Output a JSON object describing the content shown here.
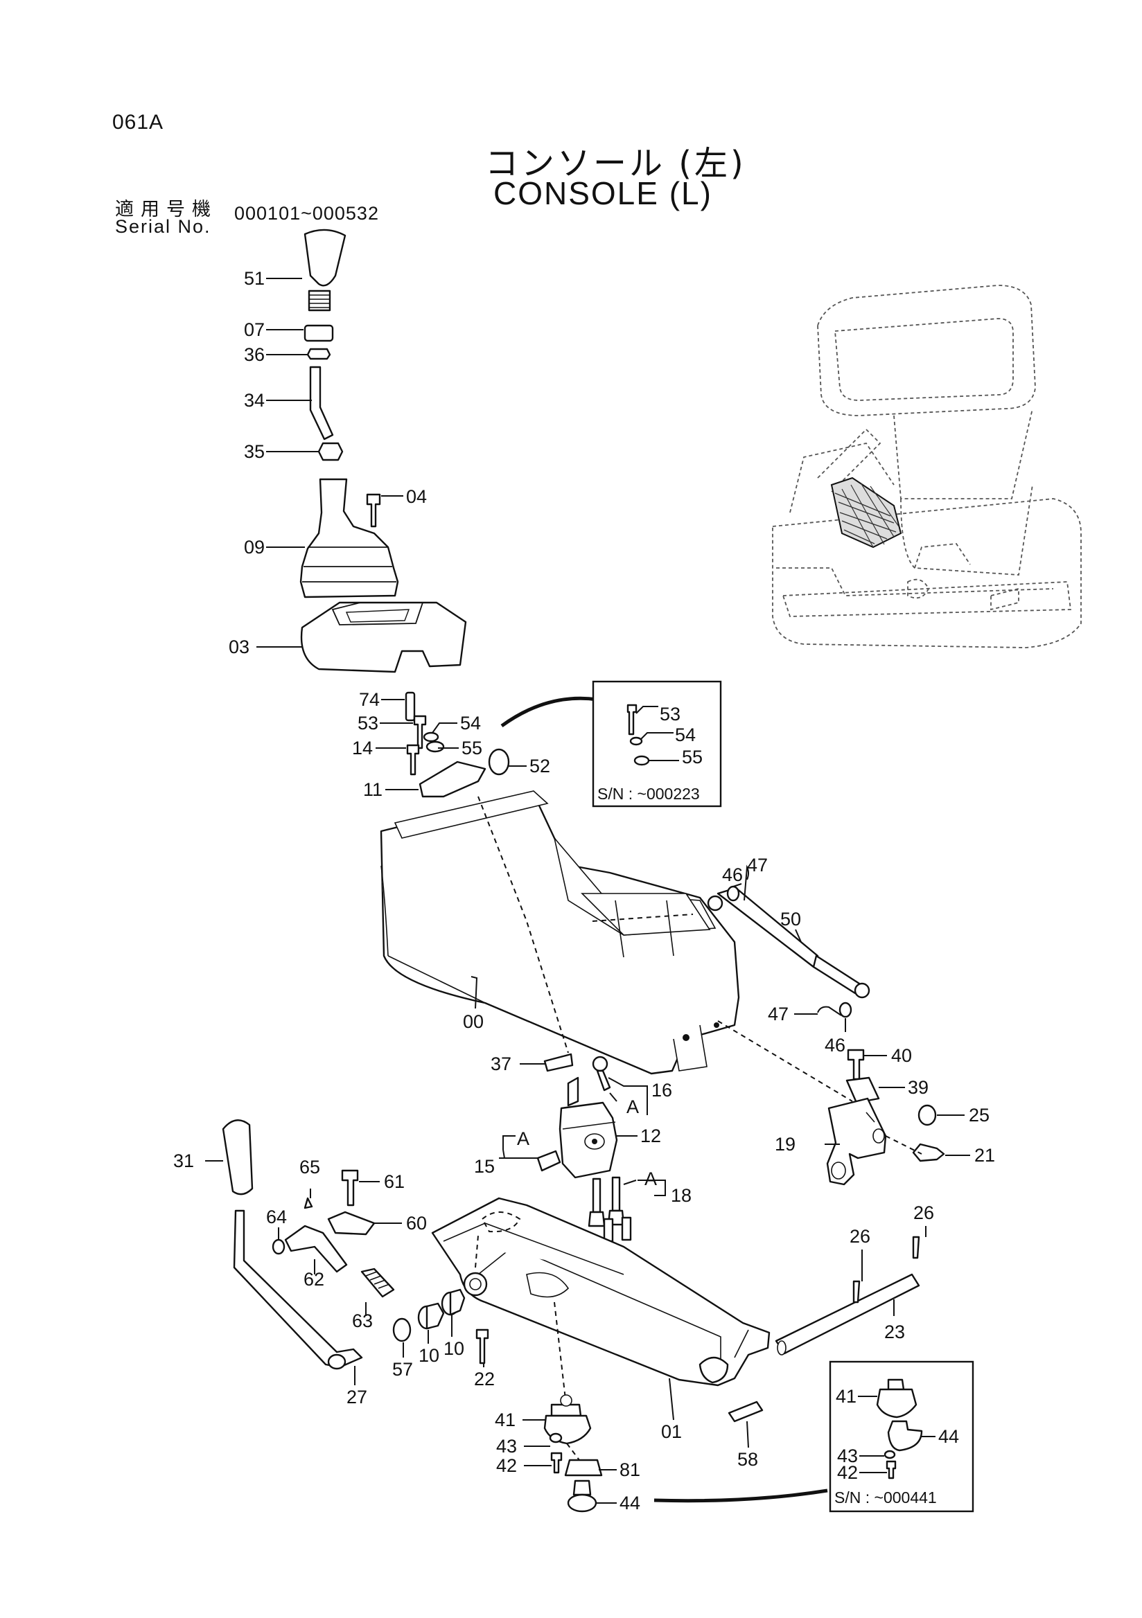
{
  "page_code": "061A",
  "title": {
    "japanese": "コンソール (左)",
    "english": "CONSOLE (L)"
  },
  "serial": {
    "label_jp": "適用号機",
    "label_en": "Serial No.",
    "range": "000101~000532"
  },
  "insets": [
    {
      "id": "inset-upper",
      "parts": [
        "53",
        "54",
        "55"
      ],
      "note": "S/N : ~000223"
    },
    {
      "id": "inset-lower",
      "parts": [
        "41",
        "44",
        "43",
        "42"
      ],
      "note": "S/N : ~000441"
    }
  ],
  "labels": {
    "p51": "51",
    "p07": "07",
    "p36": "36",
    "p34": "34",
    "p35": "35",
    "p04": "04",
    "p09": "09",
    "p03": "03",
    "p74": "74",
    "p53": "53",
    "p54": "54",
    "p14": "14",
    "p55": "55",
    "p52": "52",
    "p11": "11",
    "p00": "00",
    "p46a": "46",
    "p47a": "47",
    "p50": "50",
    "p47b": "47",
    "p46b": "46",
    "p40": "40",
    "p39": "39",
    "p25": "25",
    "p19": "19",
    "p21": "21",
    "p37": "37",
    "p16": "16",
    "pA1": "A",
    "p12": "12",
    "pA2": "A",
    "p15": "15",
    "pA3": "A",
    "p18": "18",
    "p31": "31",
    "p65": "65",
    "p61": "61",
    "p64": "64",
    "p60": "60",
    "p62": "62",
    "p63": "63",
    "p57": "57",
    "p10a": "10",
    "p10b": "10",
    "p27": "27",
    "p22": "22",
    "p41": "41",
    "p43": "43",
    "p42": "42",
    "p81": "81",
    "p44": "44",
    "p01": "01",
    "p58": "58",
    "p26a": "26",
    "p26b": "26",
    "p23": "23",
    "i53": "53",
    "i54": "54",
    "i55": "55",
    "j41": "41",
    "j44": "44",
    "j43": "43",
    "j42": "42"
  }
}
